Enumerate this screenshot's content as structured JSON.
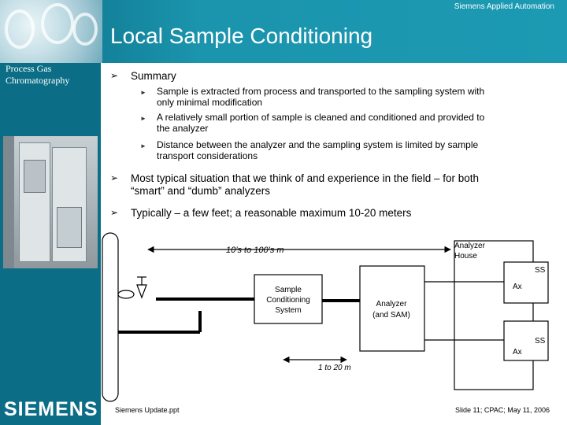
{
  "header": {
    "brand": "Siemens Applied Automation",
    "title": "Local Sample Conditioning"
  },
  "sidebar": {
    "label": "Process Gas Chromatography",
    "logo": "SIEMENS"
  },
  "body": {
    "bullets": [
      {
        "text": "Summary",
        "subs": [
          [
            "Sample is extracted from process and transported to the sampling system with",
            "only minimal modification"
          ],
          [
            "A relatively small portion of sample is cleaned and conditioned and provided to",
            "the analyzer"
          ],
          [
            "Distance between the analyzer and the sampling system is limited by sample",
            "transport considerations"
          ]
        ]
      },
      {
        "lines": [
          "Most typical situation that we think of and experience in the field – for both",
          "“smart” and “dumb” analyzers"
        ]
      },
      {
        "lines": [
          "Typically – a few feet;  a reasonable maximum 10-20 meters"
        ]
      }
    ]
  },
  "diagram": {
    "dist_long": "10’s to 100’s m",
    "house": [
      "Analyzer",
      "House"
    ],
    "ss": "SS",
    "ax": "Ax",
    "sample_box": [
      "Sample",
      "Conditioning",
      "System"
    ],
    "analyzer_box": [
      "Analyzer",
      "(and SAM)"
    ],
    "dist_short": "1 to 20 m"
  },
  "footer": {
    "file": "Siemens Update.ppt",
    "slide": "Slide 11;  CPAC; May 11, 2006"
  },
  "colors": {
    "header": "#1b94ad",
    "sidebar": "#0b6e86"
  }
}
